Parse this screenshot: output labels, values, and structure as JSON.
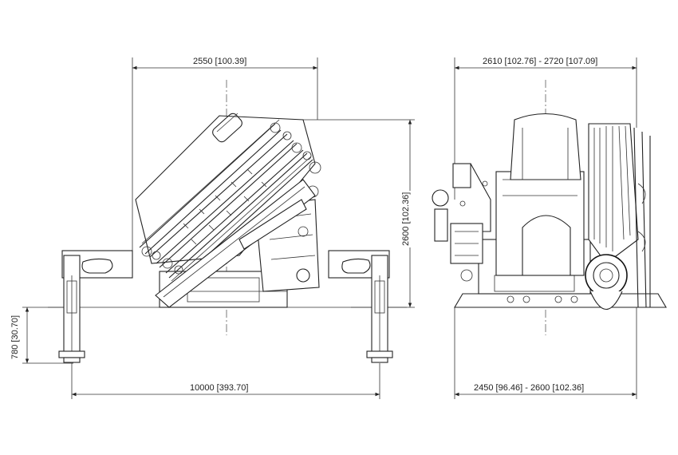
{
  "drawing": {
    "side_view": {
      "top_width": "2550 [100.39]",
      "height": "2600 [102.36]",
      "outrigger_span": "10000 [393.70]",
      "foot_height": "780 [30.70]"
    },
    "rear_view": {
      "top_width": "2610 [102.76] - 2720 [107.09]",
      "base_width": "2450 [96.46] - 2600 [102.36]"
    }
  }
}
